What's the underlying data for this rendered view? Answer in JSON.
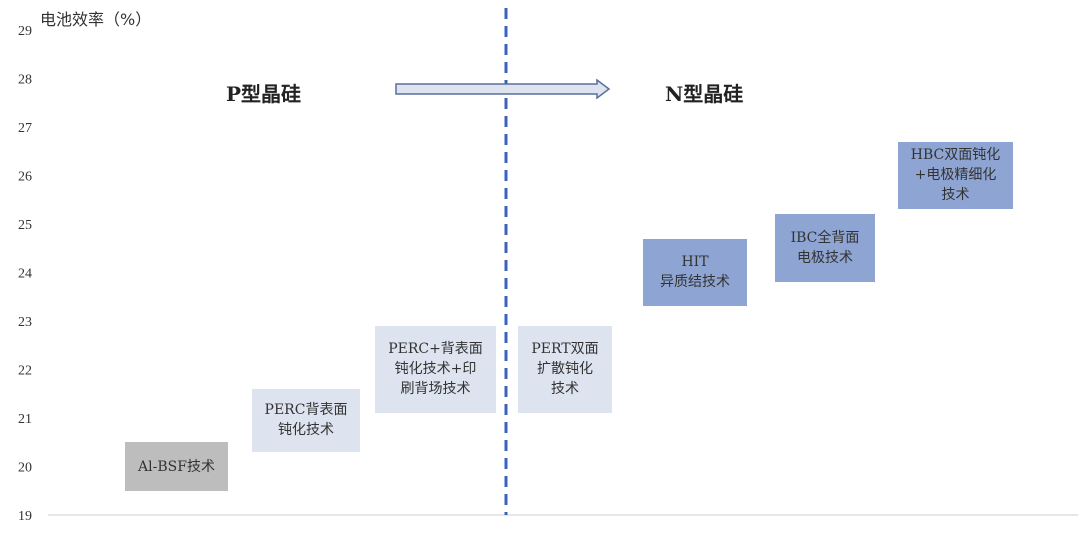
{
  "chart_data": {
    "type": "diagram",
    "ylabel": "电池效率（%）",
    "ylim": [
      19,
      29
    ],
    "yticks": [
      "19",
      "20",
      "21",
      "22",
      "23",
      "24",
      "25",
      "26",
      "27",
      "28",
      "29"
    ],
    "regions": {
      "left": "P型晶硅",
      "right": "N型晶硅"
    },
    "technologies": [
      {
        "label": "Al-BSF技术",
        "low": 19.5,
        "high": 20.5,
        "color": "#bdbdbd"
      },
      {
        "label": "PERC背表面\n钝化技术",
        "low": 20.3,
        "high": 21.6,
        "color": "#dde3ef"
      },
      {
        "label": "PERC+背表面\n钝化技术+印\n刷背场技术",
        "low": 21.1,
        "high": 22.9,
        "color": "#dde3ef"
      },
      {
        "label": "PERT双面\n扩散钝化\n技术",
        "low": 21.1,
        "high": 22.9,
        "color": "#dde3ef"
      },
      {
        "label": "HIT\n异质结技术",
        "low": 23.3,
        "high": 24.7,
        "color": "#8ea4d2"
      },
      {
        "label": "IBC全背面\n电极技术",
        "low": 23.8,
        "high": 25.2,
        "color": "#8ea4d2"
      },
      {
        "label": "HBC双面钝化\n+电极精细化\n技术",
        "low": 25.3,
        "high": 26.7,
        "color": "#8ea4d2"
      }
    ]
  }
}
